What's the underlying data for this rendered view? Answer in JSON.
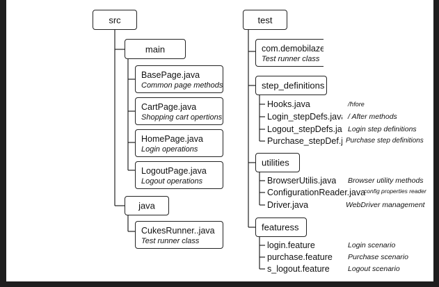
{
  "left": {
    "root": "src",
    "main": {
      "label": "main",
      "files": [
        {
          "name": "BasePage.java",
          "desc": "Common page methods"
        },
        {
          "name": "CartPage.java",
          "desc": "Shopping cart opertions"
        },
        {
          "name": "HomePage.java",
          "desc": "Login operations"
        },
        {
          "name": "LogoutPage.java",
          "desc": "Logout operations"
        }
      ]
    },
    "java": {
      "label": "java",
      "files": [
        {
          "name": "CukesRunner..java",
          "desc": "Test runner class"
        }
      ]
    }
  },
  "right": {
    "root": "test",
    "package": {
      "name": "com.demobilaze",
      "desc": "Test runner class"
    },
    "step_definitions": {
      "label": "step_definitions",
      "items": [
        {
          "name": "Hooks.java",
          "note": "/ℏfore"
        },
        {
          "name": "Login_stepDefs.java",
          "note": "/ After methods"
        },
        {
          "name": "Logout_stepDefs.java",
          "note": "Login step definitions"
        },
        {
          "name": "Purchase_stepDef.java",
          "note": "Purchase step definitions"
        }
      ]
    },
    "utilities": {
      "label": "utilities",
      "items": [
        {
          "name": "BrowserUtilis.java",
          "note": "Browser utility methods"
        },
        {
          "name": "ConfigurationReader.java",
          "note": "config properties reader"
        },
        {
          "name": "Driver.java",
          "note": "WebDriver management"
        }
      ]
    },
    "features": {
      "label": "featuress",
      "items": [
        {
          "name": "login.feature",
          "note": "Login scenario"
        },
        {
          "name": "purchase.feature",
          "note": "Purchase scenario"
        },
        {
          "name": "s_logout.feature",
          "note": "Logout scenario"
        }
      ]
    }
  }
}
